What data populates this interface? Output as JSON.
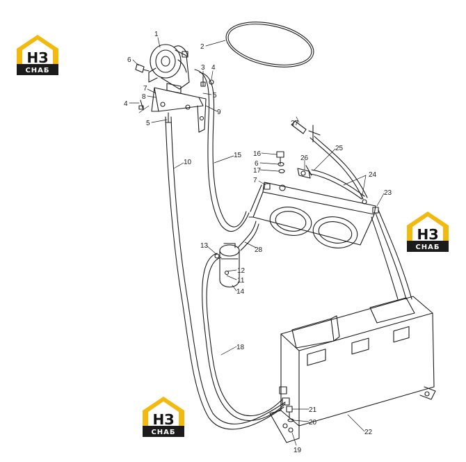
{
  "logos": {
    "top_text": "НЗ",
    "bottom_text": "СНАБ",
    "house_color": "#f2b90f",
    "dark_color": "#1b1b1b"
  },
  "callouts": [
    {
      "id": "c1",
      "text": "1"
    },
    {
      "id": "c2",
      "text": "2"
    },
    {
      "id": "c3",
      "text": "3"
    },
    {
      "id": "c4a",
      "text": "4"
    },
    {
      "id": "c4b",
      "text": "4"
    },
    {
      "id": "c5a",
      "text": "5"
    },
    {
      "id": "c5b",
      "text": "5"
    },
    {
      "id": "c6a",
      "text": "6"
    },
    {
      "id": "c6b",
      "text": "6"
    },
    {
      "id": "c7a",
      "text": "7"
    },
    {
      "id": "c7b",
      "text": "7"
    },
    {
      "id": "c8",
      "text": "8"
    },
    {
      "id": "c9",
      "text": "9"
    },
    {
      "id": "c10",
      "text": "10"
    },
    {
      "id": "c11",
      "text": "11"
    },
    {
      "id": "c12",
      "text": "12"
    },
    {
      "id": "c13",
      "text": "13"
    },
    {
      "id": "c14",
      "text": "14"
    },
    {
      "id": "c15",
      "text": "15"
    },
    {
      "id": "c16",
      "text": "16"
    },
    {
      "id": "c17",
      "text": "17"
    },
    {
      "id": "c18",
      "text": "18"
    },
    {
      "id": "c19",
      "text": "19"
    },
    {
      "id": "c20",
      "text": "20"
    },
    {
      "id": "c21",
      "text": "21"
    },
    {
      "id": "c22",
      "text": "22"
    },
    {
      "id": "c23",
      "text": "23"
    },
    {
      "id": "c24",
      "text": "24"
    },
    {
      "id": "c25",
      "text": "25"
    },
    {
      "id": "c26",
      "text": "26"
    },
    {
      "id": "c27",
      "text": "27"
    },
    {
      "id": "c28",
      "text": "28"
    }
  ]
}
